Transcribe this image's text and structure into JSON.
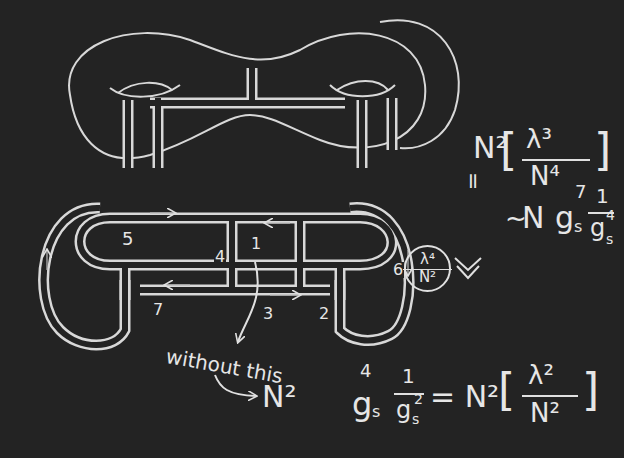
{
  "diagram": {
    "nodes": [
      {
        "text": [
          "λ⁴",
          "N²"
        ]
      }
    ],
    "labels": [
      "N²",
      "[",
      "λ³",
      "N⁴",
      "]",
      "=",
      "~",
      "N",
      "g",
      "s",
      "7",
      "1",
      "g",
      "s",
      "4",
      "5",
      "4",
      "1",
      "7",
      "3",
      "2",
      "6",
      "without this",
      "N²",
      "g",
      "s",
      "4",
      "1",
      "g",
      "s",
      "2",
      "= N²",
      "[",
      "λ²",
      "N²",
      "]"
    ]
  }
}
